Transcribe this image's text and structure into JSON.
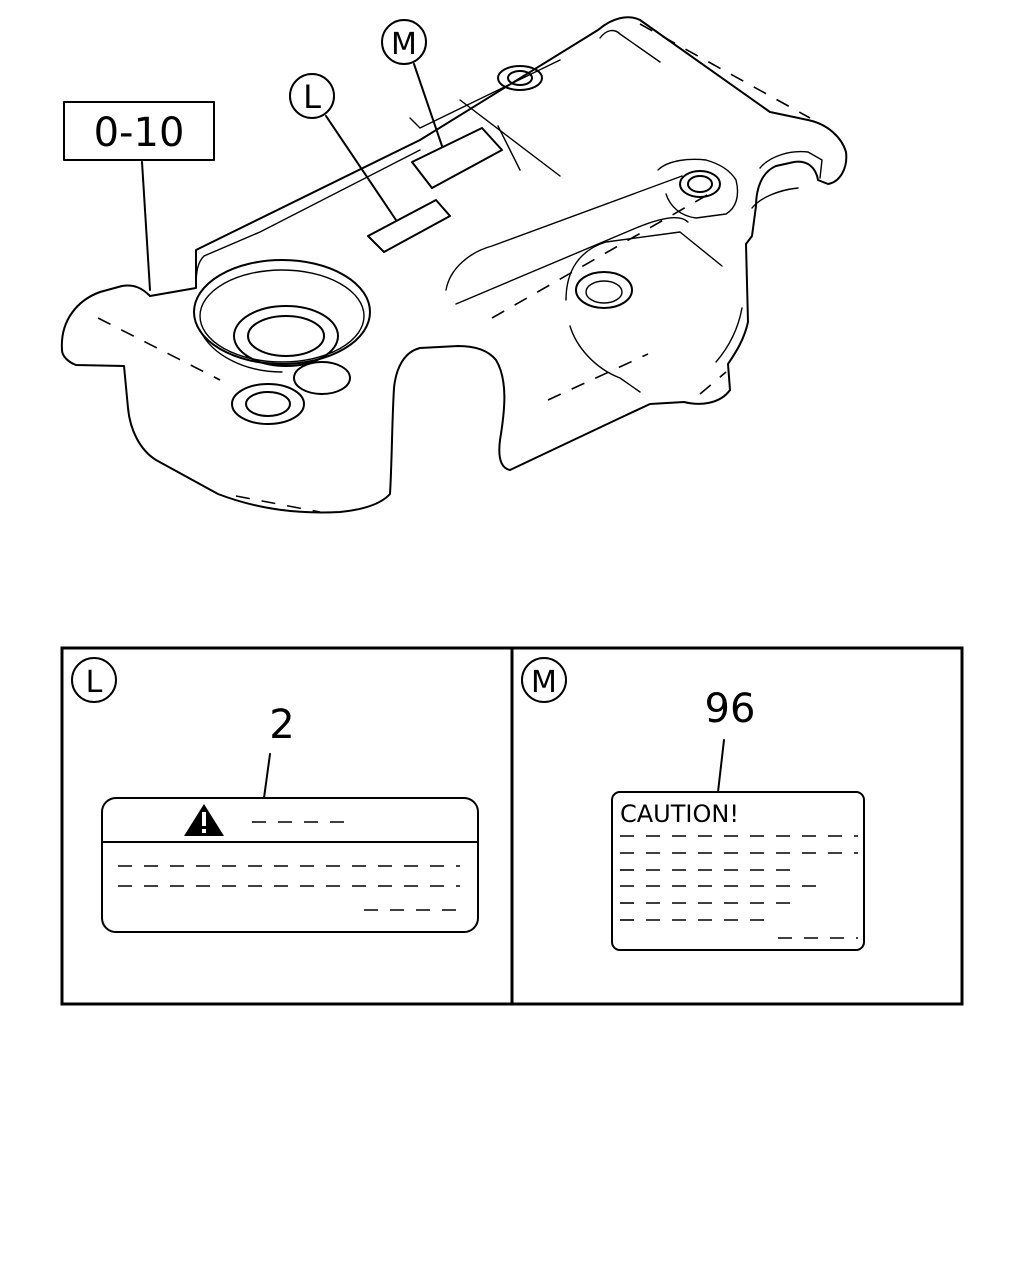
{
  "ref_box": {
    "text": "0-10"
  },
  "callouts": {
    "L": {
      "letter": "L"
    },
    "M": {
      "letter": "M"
    }
  },
  "detail_L": {
    "letter": "L",
    "part_number": "2"
  },
  "detail_M": {
    "letter": "M",
    "part_number": "96",
    "label_heading": "CAUTION!"
  }
}
